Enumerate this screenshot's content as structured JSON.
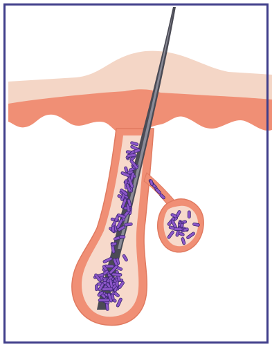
{
  "diagram": {
    "kind": "hair-follicle-cross-section",
    "colors": {
      "frame_border": "#3F3D8A",
      "background": "#FFFFFF",
      "epidermis_light": "#F4D6C6",
      "epidermis_highlight": "#F8E3D7",
      "dermis": "#F08F75",
      "dermis_outline": "#E07A60",
      "follicle_inner": "#F7D9CB",
      "hair_shaft": "#4B4B55",
      "hair_shaft_highlight": "#8A8A96",
      "bacteria_fill": "#8C56C9",
      "bacteria_outline": "#3A2570"
    },
    "parts": [
      "frame",
      "skin-surface",
      "dermis-layer",
      "hair-follicle",
      "hair-shaft",
      "sebaceous-gland",
      "bacteria-cluster"
    ]
  }
}
